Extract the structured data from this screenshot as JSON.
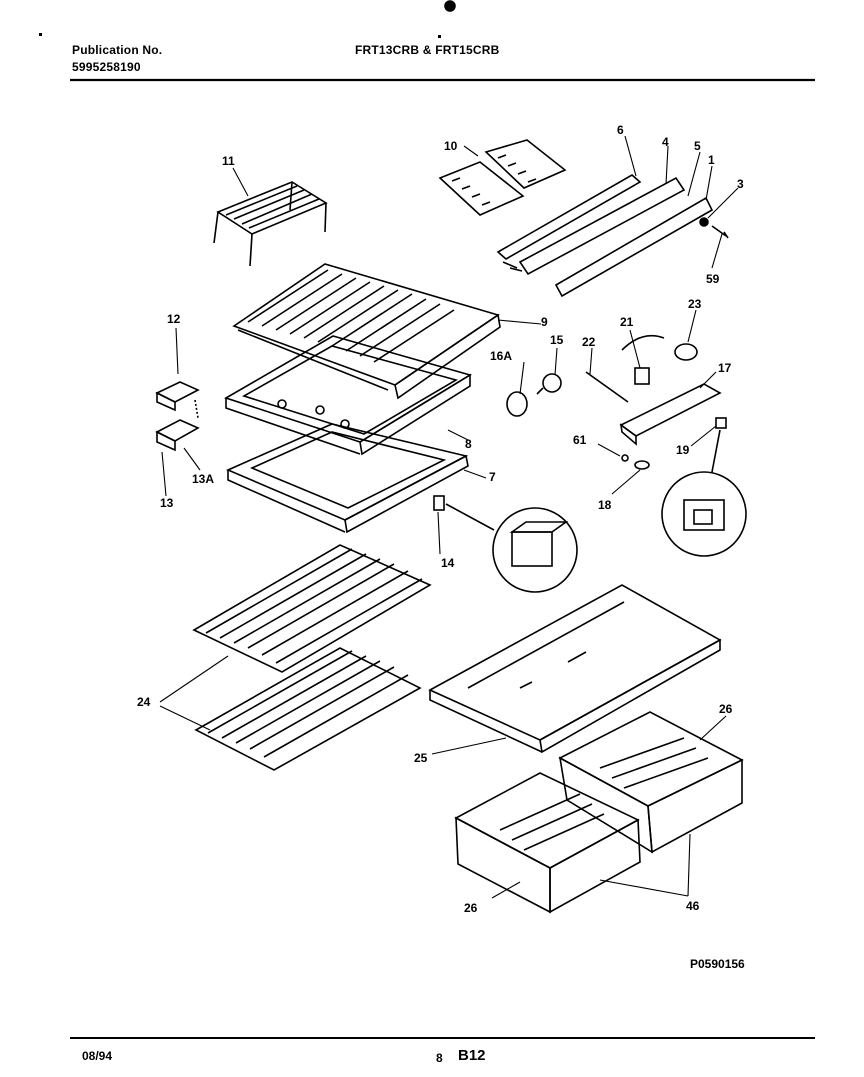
{
  "header": {
    "publication_label": "Publication No.",
    "publication_number": "5995258190",
    "models": "FRT13CRB & FRT15CRB"
  },
  "footer": {
    "date": "08/94",
    "page": "8",
    "section": "B12",
    "drawing_code": "P0590156"
  },
  "callouts": {
    "c1": "1",
    "c3": "3",
    "c4": "4",
    "c5": "5",
    "c6": "6",
    "c7": "7",
    "c8": "8",
    "c9": "9",
    "c10": "10",
    "c11": "11",
    "c12": "12",
    "c13": "13",
    "c13a": "13A",
    "c14": "14",
    "c15": "15",
    "c16a": "16A",
    "c17": "17",
    "c18": "18",
    "c19": "19",
    "c21": "21",
    "c22": "22",
    "c23": "23",
    "c24": "24",
    "c25": "25",
    "c26a": "26",
    "c26b": "26",
    "c46": "46",
    "c59": "59",
    "c61": "61"
  }
}
